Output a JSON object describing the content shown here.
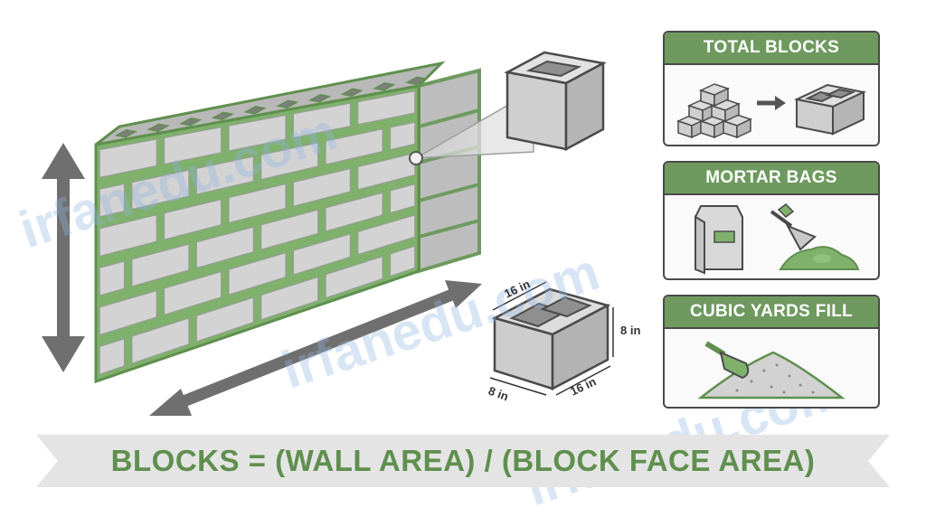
{
  "panels": {
    "total_blocks": {
      "title": "TOTAL BLOCKS"
    },
    "mortar_bags": {
      "title": "MORTAR BAGS"
    },
    "cubic_yards_fill": {
      "title": "CUBIC YARDS FILL"
    }
  },
  "block_dimensions": {
    "top_length": "16 in",
    "height": "8 in",
    "depth": "8 in",
    "bottom_length": "16 in"
  },
  "formula": "BLOCKS = (WALL AREA) / (BLOCK FACE AREA)",
  "watermark": "irfanedu.com",
  "colors": {
    "green": "#6e9a5f",
    "mortar_green": "#7fb06c",
    "block_gray": "#d3d3d3",
    "outline": "#4a4a4a",
    "arrow": "#6f6f6f"
  }
}
